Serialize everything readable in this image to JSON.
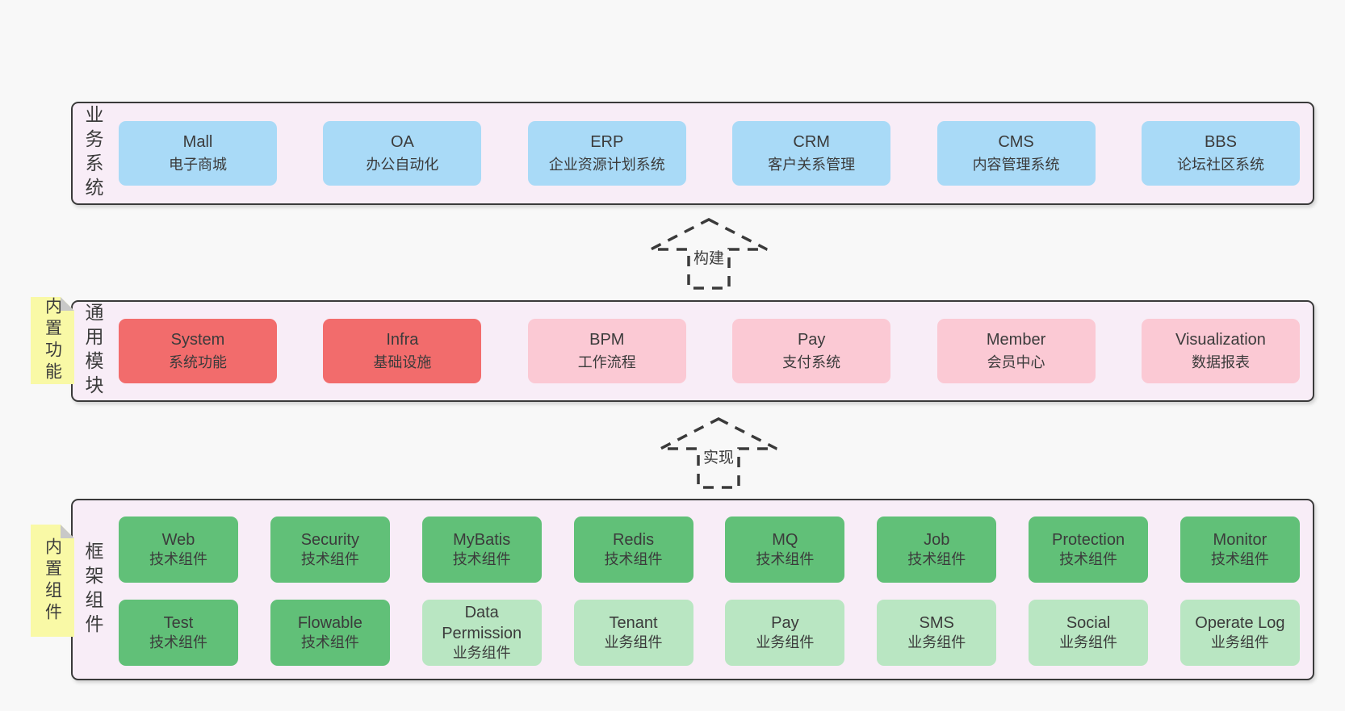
{
  "colors": {
    "page_bg": "#f8f8f8",
    "band_bg": "#f8edf7",
    "band_border": "#3a3a3a",
    "blue_box": "#a9daf7",
    "red_box": "#f26c6c",
    "pink_box": "#fbc9d4",
    "green_box": "#61c078",
    "light_green_box": "#b9e6c2",
    "sticky_yellow": "#f9f9a6",
    "sticky_fold": "#c8c8c8",
    "text": "#3b3b3b"
  },
  "arrows": [
    {
      "label": "构建"
    },
    {
      "label": "实现"
    }
  ],
  "bands": [
    {
      "label": "业务系统",
      "items": [
        {
          "name": "Mall",
          "desc": "电子商城"
        },
        {
          "name": "OA",
          "desc": "办公自动化"
        },
        {
          "name": "ERP",
          "desc": "企业资源计划系统"
        },
        {
          "name": "CRM",
          "desc": "客户关系管理"
        },
        {
          "name": "CMS",
          "desc": "内容管理系统"
        },
        {
          "name": "BBS",
          "desc": "论坛社区系统"
        }
      ]
    },
    {
      "label": "通用模块",
      "sticky": "内置功能",
      "items": [
        {
          "name": "System",
          "desc": "系统功能"
        },
        {
          "name": "Infra",
          "desc": "基础设施"
        },
        {
          "name": "BPM",
          "desc": "工作流程"
        },
        {
          "name": "Pay",
          "desc": "支付系统"
        },
        {
          "name": "Member",
          "desc": "会员中心"
        },
        {
          "name": "Visualization",
          "desc": "数据报表"
        }
      ]
    },
    {
      "label": "框架组件",
      "sticky": "内置组件",
      "rows": [
        [
          {
            "name": "Web",
            "desc": "技术组件"
          },
          {
            "name": "Security",
            "desc": "技术组件"
          },
          {
            "name": "MyBatis",
            "desc": "技术组件"
          },
          {
            "name": "Redis",
            "desc": "技术组件"
          },
          {
            "name": "MQ",
            "desc": "技术组件"
          },
          {
            "name": "Job",
            "desc": "技术组件"
          },
          {
            "name": "Protection",
            "desc": "技术组件"
          },
          {
            "name": "Monitor",
            "desc": "技术组件"
          }
        ],
        [
          {
            "name": "Test",
            "desc": "技术组件"
          },
          {
            "name": "Flowable",
            "desc": "技术组件"
          },
          {
            "name": "Data Permission",
            "desc": "业务组件"
          },
          {
            "name": "Tenant",
            "desc": "业务组件"
          },
          {
            "name": "Pay",
            "desc": "业务组件"
          },
          {
            "name": "SMS",
            "desc": "业务组件"
          },
          {
            "name": "Social",
            "desc": "业务组件"
          },
          {
            "name": "Operate Log",
            "desc": "业务组件"
          }
        ]
      ]
    }
  ]
}
